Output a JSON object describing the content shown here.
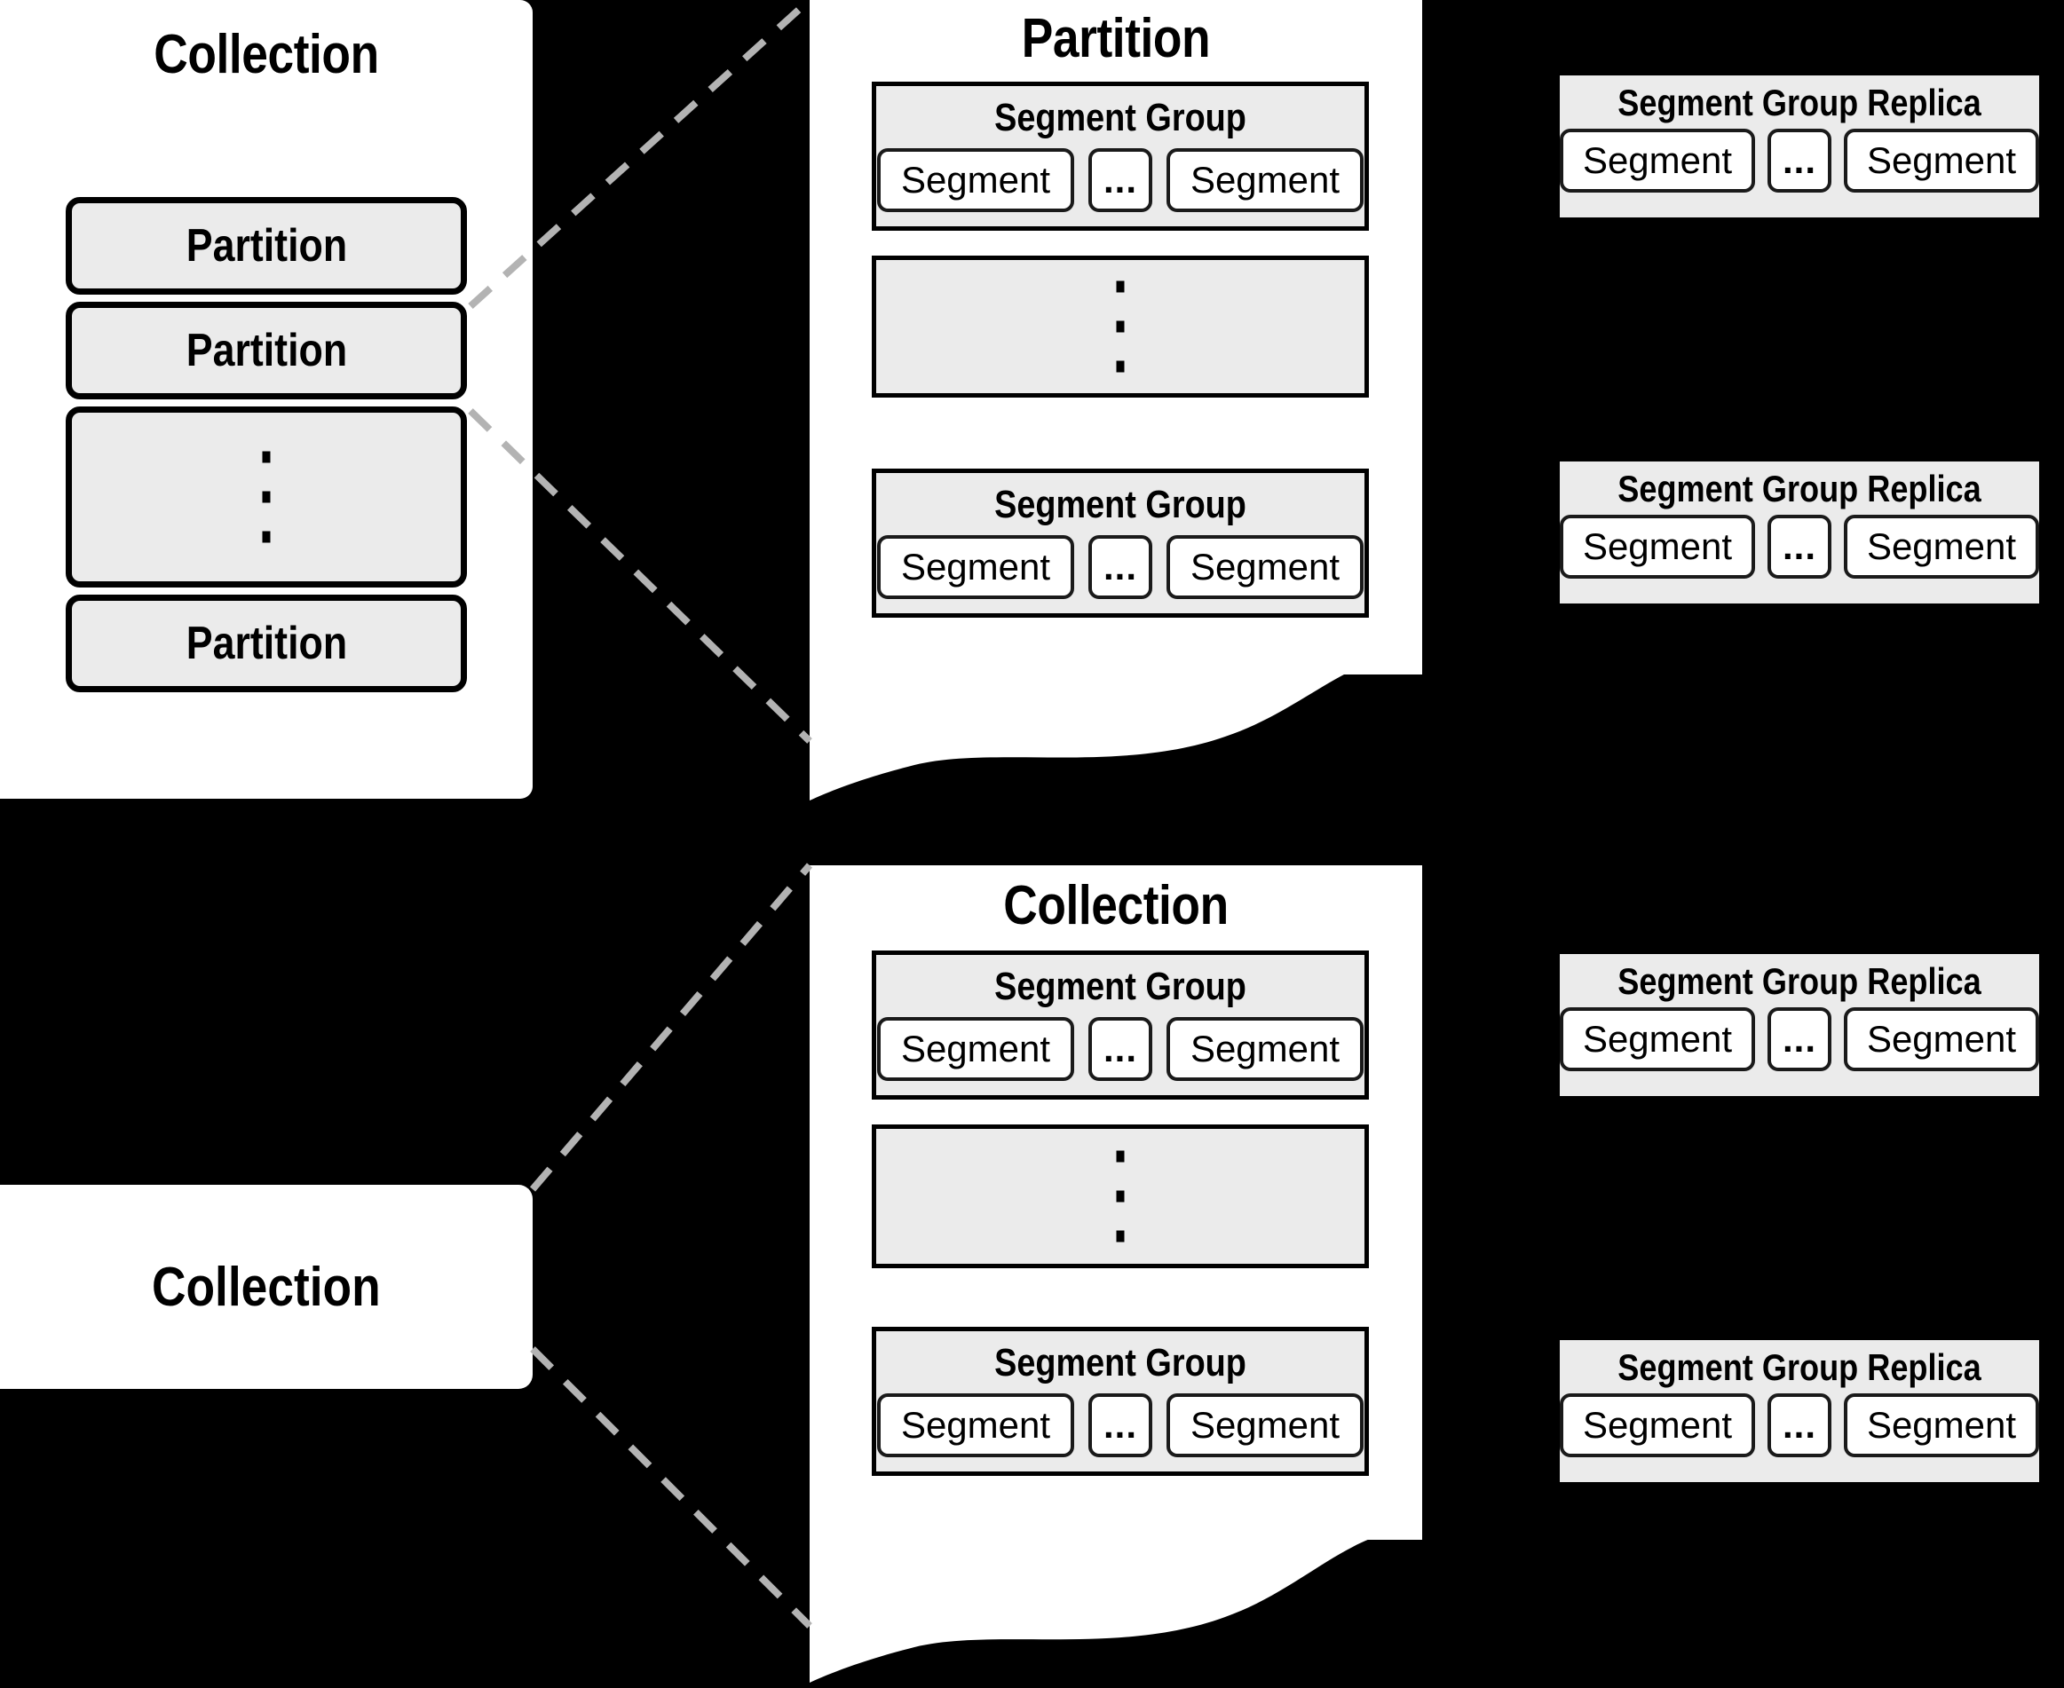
{
  "theme": {
    "background": "#000000",
    "paper": "#ffffff",
    "chip_fill": "#ebebeb",
    "stroke": "#000000",
    "connector": "#b3b3b3"
  },
  "top_collection": {
    "title": "Collection",
    "items": [
      {
        "type": "partition",
        "label": "Partition"
      },
      {
        "type": "partition",
        "label": "Partition"
      },
      {
        "type": "ellipsis",
        "label": ""
      },
      {
        "type": "partition",
        "label": "Partition"
      }
    ]
  },
  "partition_panel": {
    "title": "Partition",
    "groups": [
      {
        "type": "group",
        "title": "Segment Group",
        "segments": [
          "Segment",
          "...",
          "Segment"
        ]
      },
      {
        "type": "ellipsis",
        "title": "",
        "segments": []
      },
      {
        "type": "group",
        "title": "Segment Group",
        "segments": [
          "Segment",
          "...",
          "Segment"
        ]
      }
    ]
  },
  "top_replicas": [
    {
      "title": "Segment Group Replica",
      "segments": [
        "Segment",
        "...",
        "Segment"
      ]
    },
    {
      "title": "Segment Group Replica",
      "segments": [
        "Segment",
        "...",
        "Segment"
      ]
    }
  ],
  "bottom_collection_chip": {
    "title": "Collection"
  },
  "collection_panel": {
    "title": "Collection",
    "groups": [
      {
        "type": "group",
        "title": "Segment Group",
        "segments": [
          "Segment",
          "...",
          "Segment"
        ]
      },
      {
        "type": "ellipsis",
        "title": "",
        "segments": []
      },
      {
        "type": "group",
        "title": "Segment Group",
        "segments": [
          "Segment",
          "...",
          "Segment"
        ]
      }
    ]
  },
  "bottom_replicas": [
    {
      "title": "Segment Group Replica",
      "segments": [
        "Segment",
        "...",
        "Segment"
      ]
    },
    {
      "title": "Segment Group Replica",
      "segments": [
        "Segment",
        "...",
        "Segment"
      ]
    }
  ]
}
